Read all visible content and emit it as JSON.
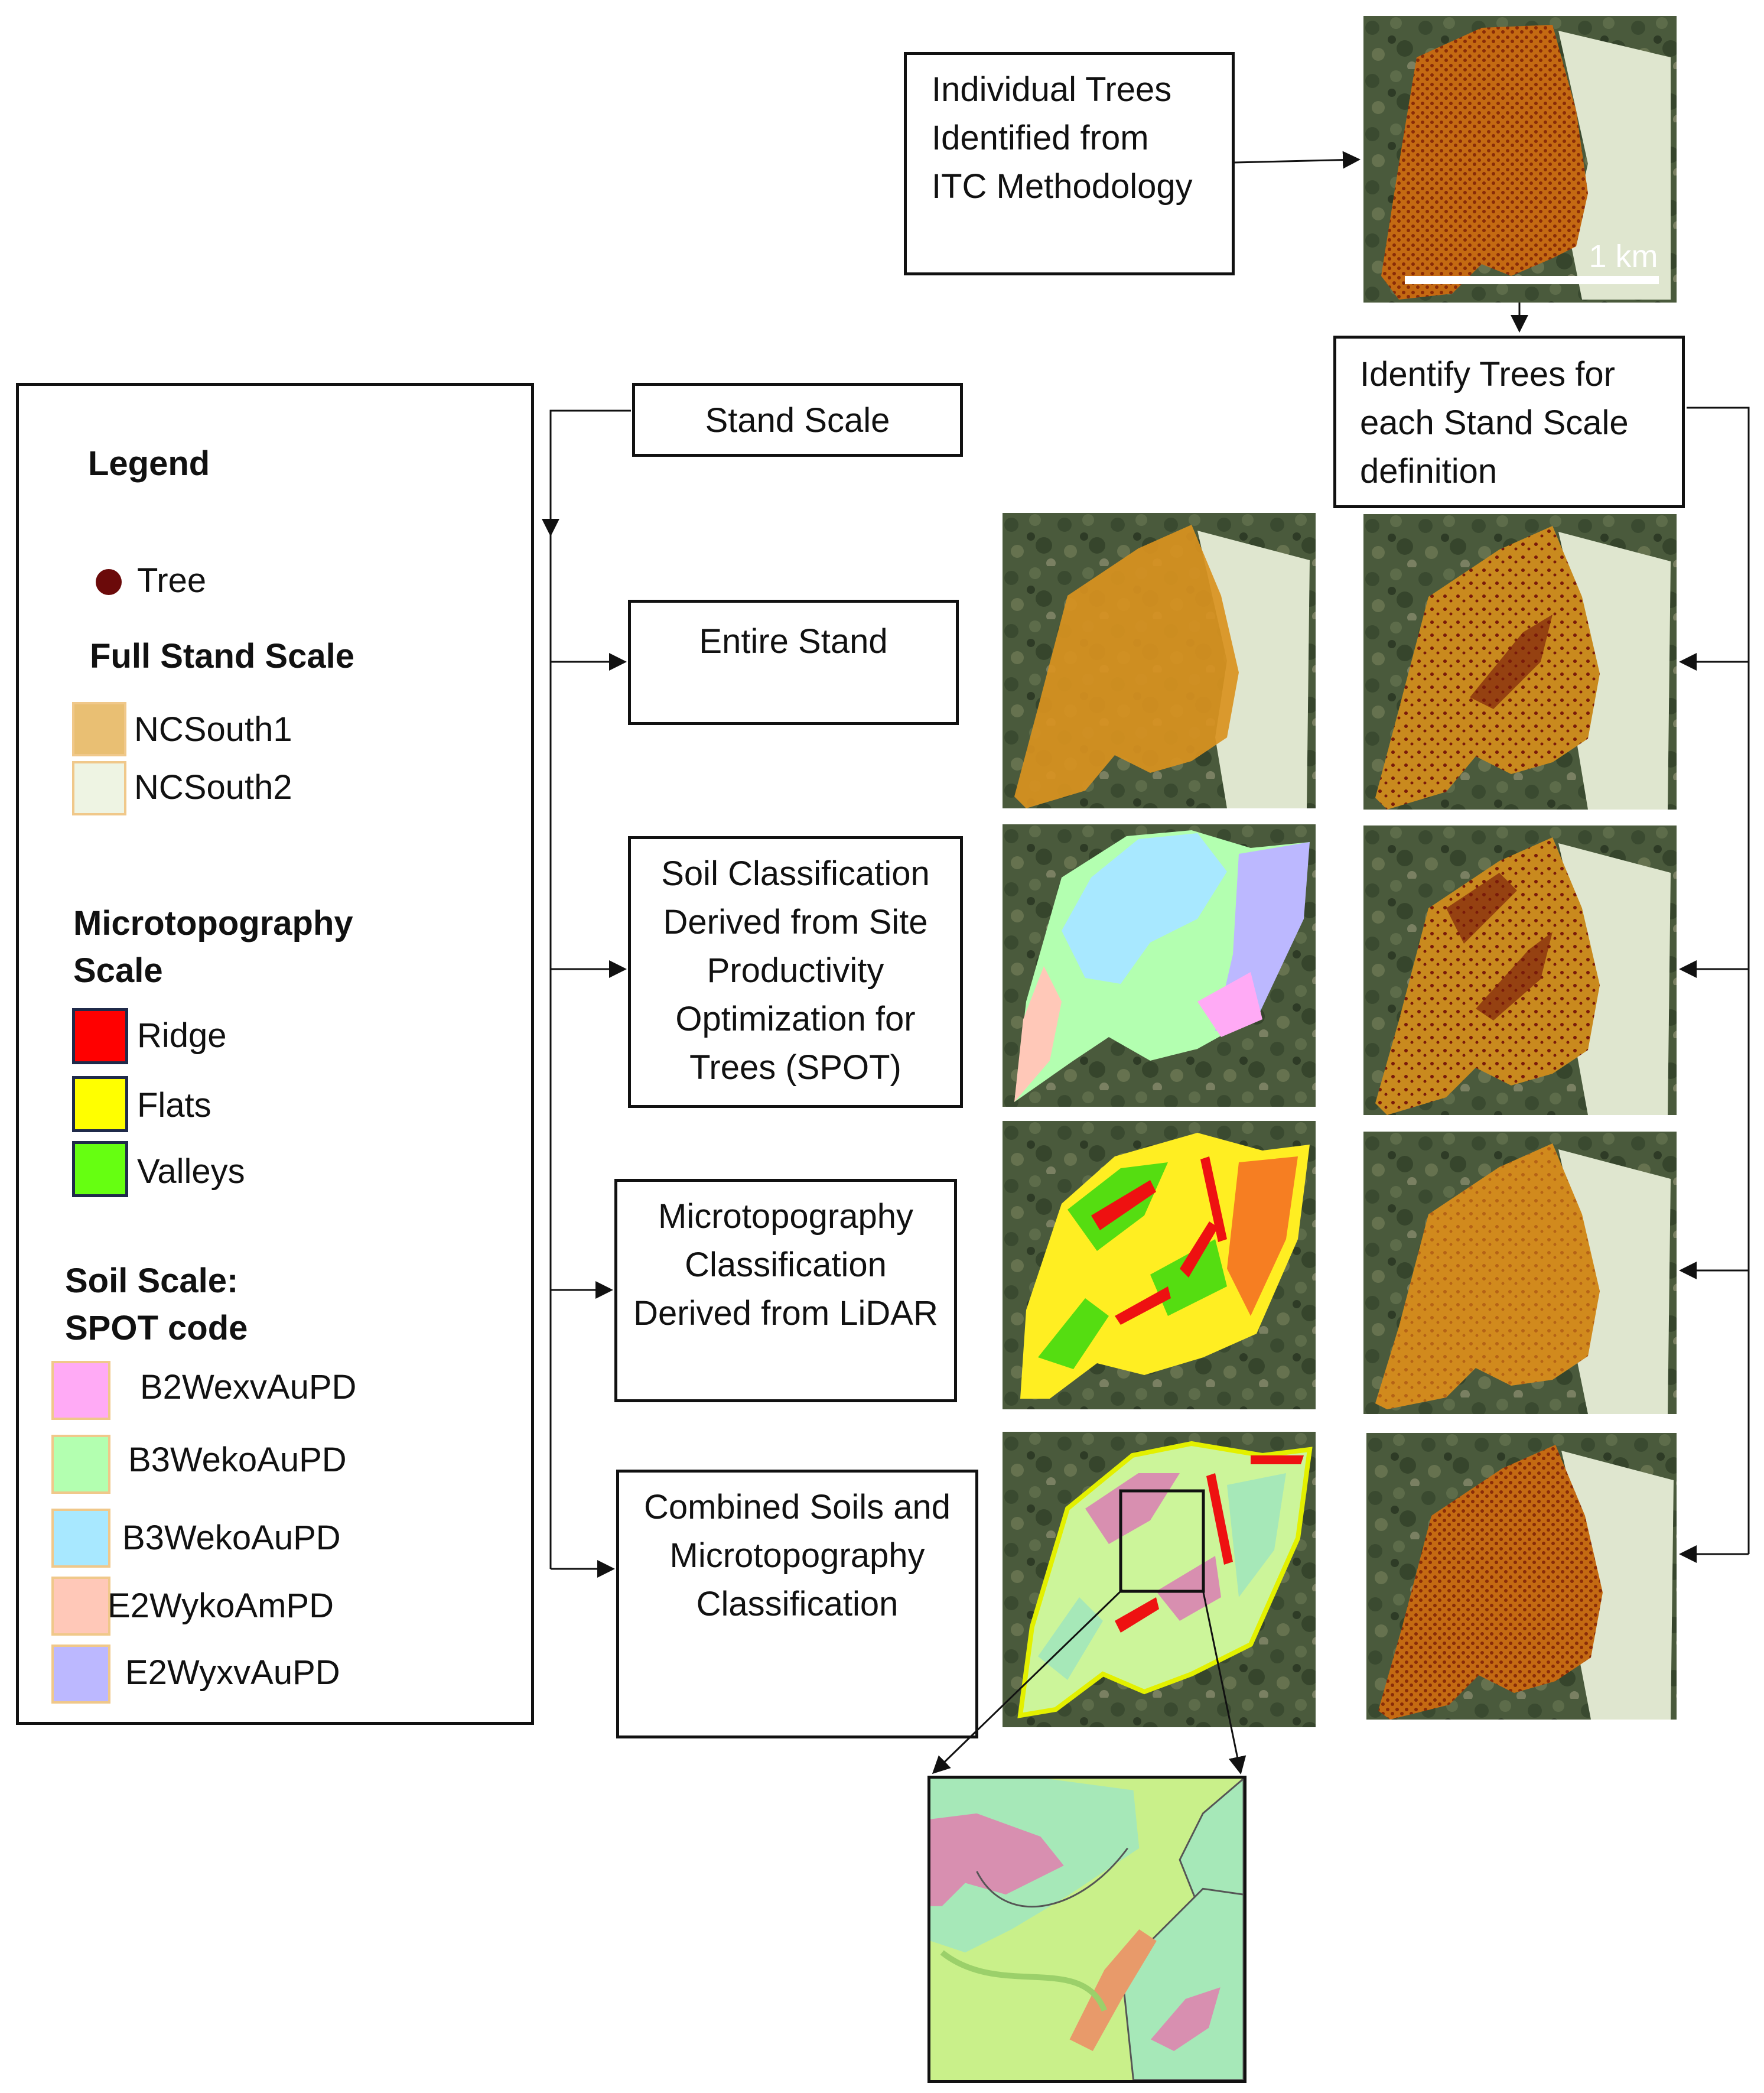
{
  "top": {
    "itc_label": "Individual Trees Identified from ITC Methodology",
    "scale_bar": "1 km",
    "identify_label": "Identify Trees for each Stand Scale definition"
  },
  "steps": {
    "stand_scale": "Stand Scale",
    "entire_stand": "Entire Stand",
    "soil": "Soil Classification Derived from Site Productivity Optimization for Trees (SPOT)",
    "micro": "Microtopography Classification Derived from LiDAR",
    "combined": "Combined Soils and Microtopography Classification"
  },
  "legend": {
    "title": "Legend",
    "tree": {
      "label": "Tree",
      "color": "#6b0a0a"
    },
    "full_stand_title": "Full Stand Scale",
    "stands": [
      {
        "label": "NCSouth1",
        "color": "#e9bf73",
        "border": "#f0c88a"
      },
      {
        "label": "NCSouth2",
        "color": "#eef4e3",
        "border": "#f0c88a"
      }
    ],
    "micro_title_1": "Microtopography",
    "micro_title_2": "Scale",
    "micro": [
      {
        "label": "Ridge",
        "color": "#ff0000",
        "border": "#1f2a4a"
      },
      {
        "label": "Flats",
        "color": "#ffff00",
        "border": "#1f2a4a"
      },
      {
        "label": "Valleys",
        "color": "#66ff11",
        "border": "#1f2a4a"
      }
    ],
    "soil_title_1": "Soil Scale:",
    "soil_title_2": "SPOT code",
    "soil": [
      {
        "label": "B2WexvAuPD",
        "color": "#ffaaf5",
        "border": "#f0c88a"
      },
      {
        "label": "B3WekoAuPD",
        "color": "#b3ffb0",
        "border": "#f0c88a"
      },
      {
        "label": "B3WekoAuPD",
        "color": "#a8e8ff",
        "border": "#f0c88a"
      },
      {
        "label": "E2WykoAmPD",
        "color": "#ffc8b8",
        "border": "#f0c88a"
      },
      {
        "label": "E2WyxvAuPD",
        "color": "#bcb8ff",
        "border": "#f0c88a"
      }
    ]
  }
}
